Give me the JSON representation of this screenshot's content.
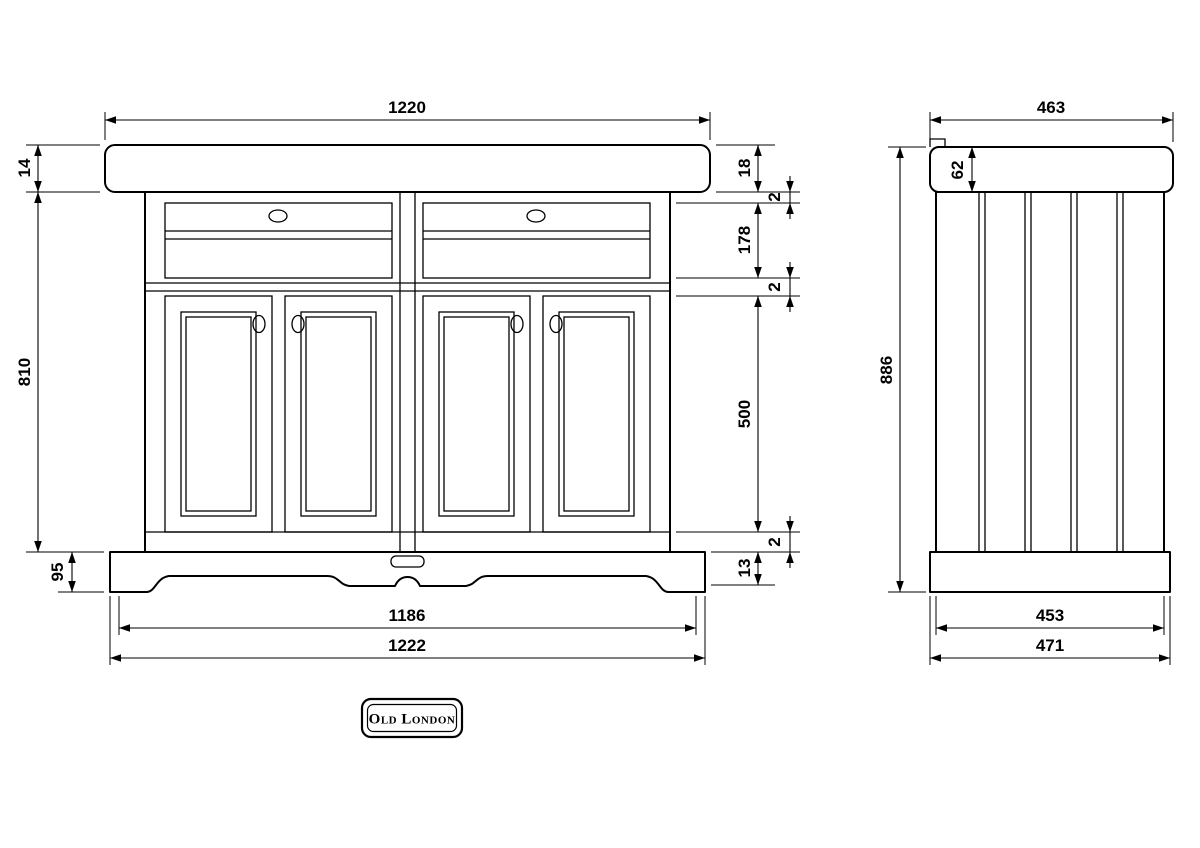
{
  "drawing": {
    "brand_badge": "Old London",
    "front": {
      "width_top": "1220",
      "counter_thickness_left": "14",
      "body_height": "810",
      "plinth_height": "95",
      "counter_thickness_right": "18",
      "gap_counter_to_drawer": "2",
      "drawer_front_height": "178",
      "gap_drawer_to_door": "2",
      "door_height": "500",
      "gap_door_to_base": "2",
      "base_offset": "13",
      "width_inner_bottom": "1186",
      "width_overall_bottom": "1222"
    },
    "side": {
      "depth_top": "463",
      "counter_height": "62",
      "overall_height": "886",
      "depth_inner_bottom": "453",
      "depth_overall_bottom": "471"
    },
    "colors": {
      "line": "#000000",
      "background": "#ffffff"
    }
  }
}
